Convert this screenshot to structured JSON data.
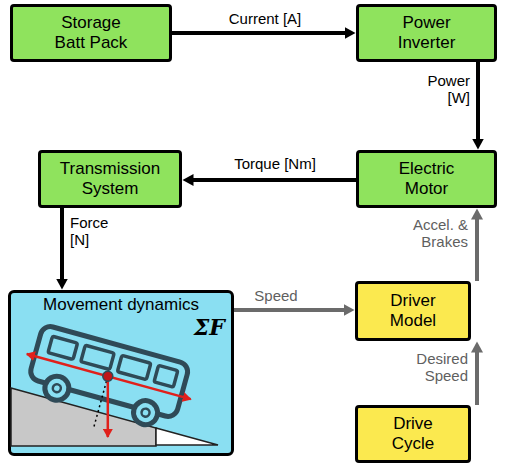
{
  "diagram": {
    "nodes": [
      {
        "text": [
          "Storage Batt Pack"
        ]
      },
      {
        "text": [
          "Power Inverter"
        ]
      },
      {
        "text": [
          "Transmission System"
        ]
      },
      {
        "text": [
          "Electric Motor"
        ]
      },
      {
        "text": [
          "Movement dynamics",
          "ΣF"
        ]
      },
      {
        "text": [
          "Driver Model"
        ]
      },
      {
        "text": [
          "Drive Cycle"
        ]
      }
    ],
    "edges": [
      {
        "from": 0,
        "to": 1,
        "label": "Current [A]",
        "arrow": "to"
      },
      {
        "from": 1,
        "to": 3,
        "label": "Power [W]",
        "arrow": "to"
      },
      {
        "from": 3,
        "to": 2,
        "label": "Torque [Nm]",
        "arrow": "to"
      },
      {
        "from": 2,
        "to": 4,
        "label": "Force [N]",
        "arrow": "to"
      },
      {
        "from": 4,
        "to": 5,
        "label": "Speed",
        "arrow": "to"
      },
      {
        "from": 5,
        "to": 3,
        "label": "Accel. & Brakes",
        "arrow": "to"
      },
      {
        "from": 6,
        "to": 5,
        "label": "Desired Speed",
        "arrow": "to"
      }
    ]
  }
}
